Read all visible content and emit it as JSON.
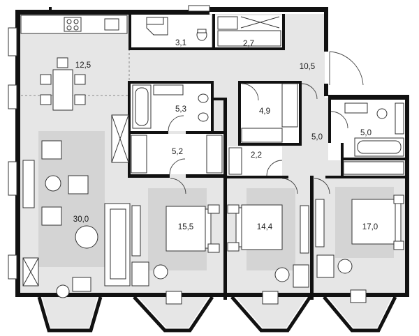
{
  "rooms": [
    {
      "key": "kitchen_dining",
      "area": "12,5"
    },
    {
      "key": "living",
      "area": "30,0"
    },
    {
      "key": "bath_top",
      "area": "3,1"
    },
    {
      "key": "laundry",
      "area": "2,7"
    },
    {
      "key": "hall",
      "area": "10,5"
    },
    {
      "key": "bath_left",
      "area": "5,3"
    },
    {
      "key": "dressing_center",
      "area": "4,9"
    },
    {
      "key": "corridor",
      "area": "5,0"
    },
    {
      "key": "bath_right",
      "area": "5,0"
    },
    {
      "key": "closet_left",
      "area": "5,2"
    },
    {
      "key": "closet_small",
      "area": "2,2"
    },
    {
      "key": "bedroom_1",
      "area": "15,5"
    },
    {
      "key": "bedroom_2",
      "area": "14,4"
    },
    {
      "key": "bedroom_3",
      "area": "17,0"
    }
  ],
  "icons": [
    "bed-icon",
    "table-icon",
    "chair-icon",
    "sofa-icon",
    "bathtub-icon",
    "toilet-icon",
    "sink-icon",
    "stove-icon",
    "wardrobe-icon",
    "door-icon"
  ]
}
